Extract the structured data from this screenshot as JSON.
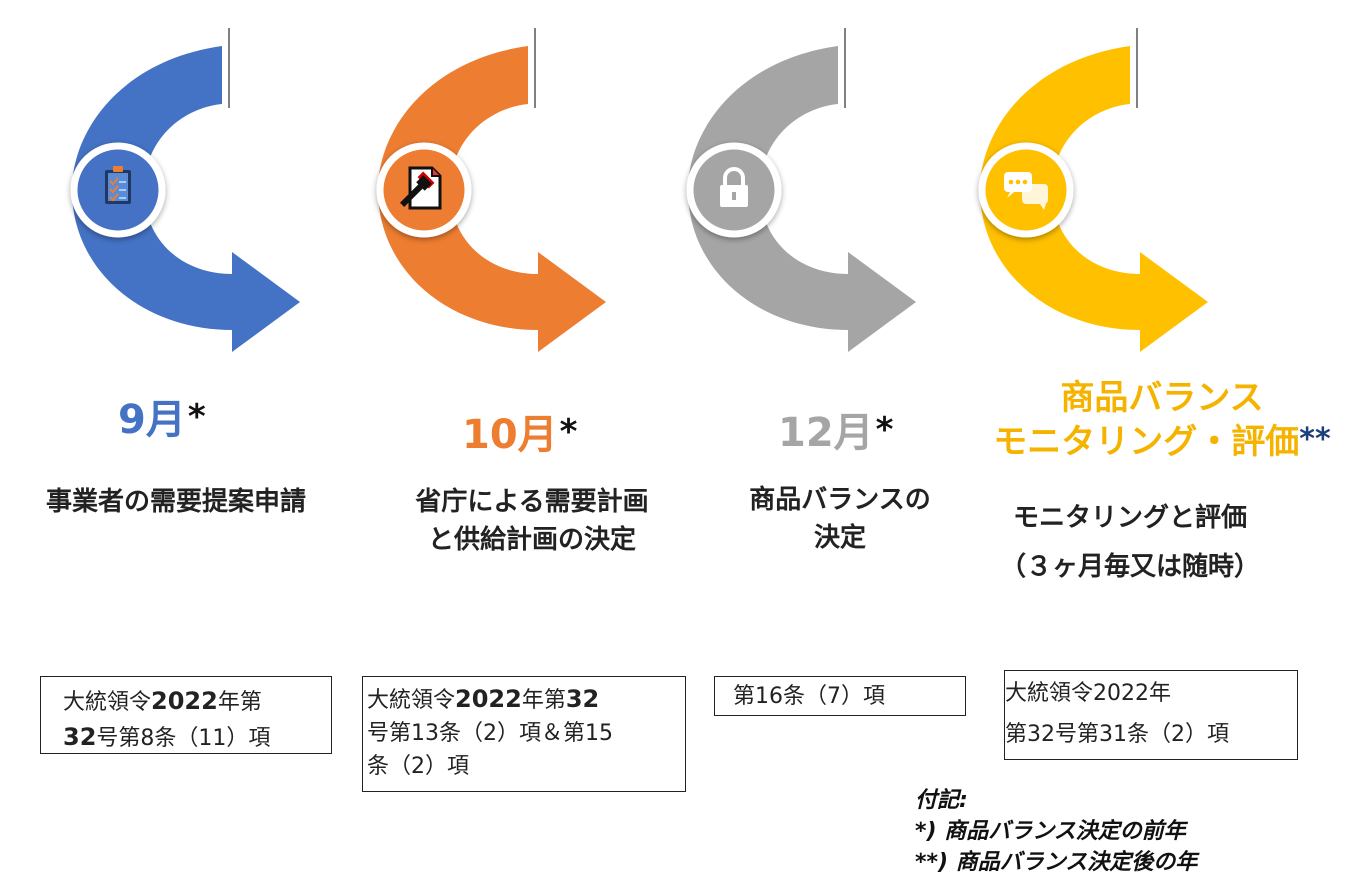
{
  "stages": [
    {
      "icon": "clipboard-checklist-icon",
      "color": "#4472c4",
      "month": "9月",
      "star": "*",
      "desc": [
        "事業者の需要提案申請"
      ],
      "ref": [
        [
          {
            "t": "大統領令"
          },
          {
            "t": "2022",
            "b": true
          },
          {
            "t": "年第"
          }
        ],
        [
          {
            "t": "32",
            "b": true
          },
          {
            "t": "号第8条（11）項"
          }
        ]
      ]
    },
    {
      "icon": "gavel-document-icon",
      "color": "#ed7d31",
      "month": "10月",
      "star": "*",
      "desc": [
        "省庁による需要計画",
        "と供給計画の決定"
      ],
      "ref": [
        [
          {
            "t": "大統領令"
          },
          {
            "t": "2022",
            "b": true
          },
          {
            "t": "年第"
          },
          {
            "t": "32",
            "b": true
          }
        ],
        [
          {
            "t": "号第13条（2）項＆第15"
          }
        ],
        [
          {
            "t": "条（2）項"
          }
        ]
      ]
    },
    {
      "icon": "padlock-icon",
      "color": "#a5a5a5",
      "month": "12月",
      "star": "*",
      "desc": [
        "商品バランスの",
        "決定"
      ],
      "ref": [
        [
          {
            "t": "第16条（7）項"
          }
        ]
      ]
    },
    {
      "icon": "chat-bubbles-icon",
      "color": "#ffc000",
      "title": [
        "商品バランス",
        "モニタリング・評価"
      ],
      "star": "**",
      "desc": [
        "モニタリングと評価",
        "（３ヶ月毎又は随時）"
      ],
      "ref": [
        [
          {
            "t": "大統領令2022年"
          }
        ],
        [
          {
            "t": "第32号第31条（2）項"
          }
        ]
      ]
    }
  ],
  "notes": {
    "heading": "付記:",
    "line1": "*) 商品バランス決定の前年",
    "line2": "**) 商品バランス決定後の年"
  }
}
